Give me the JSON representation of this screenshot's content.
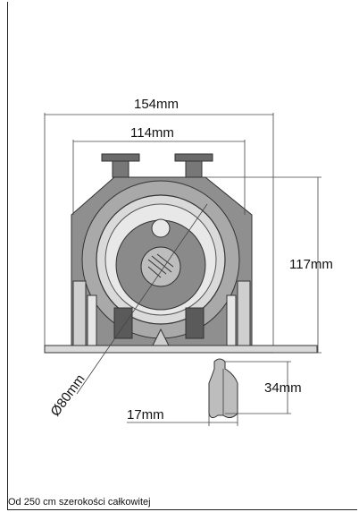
{
  "diagram": {
    "dimensions": {
      "overall_width": "154mm",
      "inner_width": "114mm",
      "height": "117mm",
      "diameter": "Ø80mm",
      "rail_height": "34mm",
      "rail_width": "17mm"
    }
  },
  "caption": "Od 250 cm szerokości całkowitej",
  "colors": {
    "body": "#8f8f8f",
    "light_body": "#c9c9c9",
    "dark_part": "#5a5a5a",
    "base": "#d9d9d9",
    "line": "#222222"
  }
}
